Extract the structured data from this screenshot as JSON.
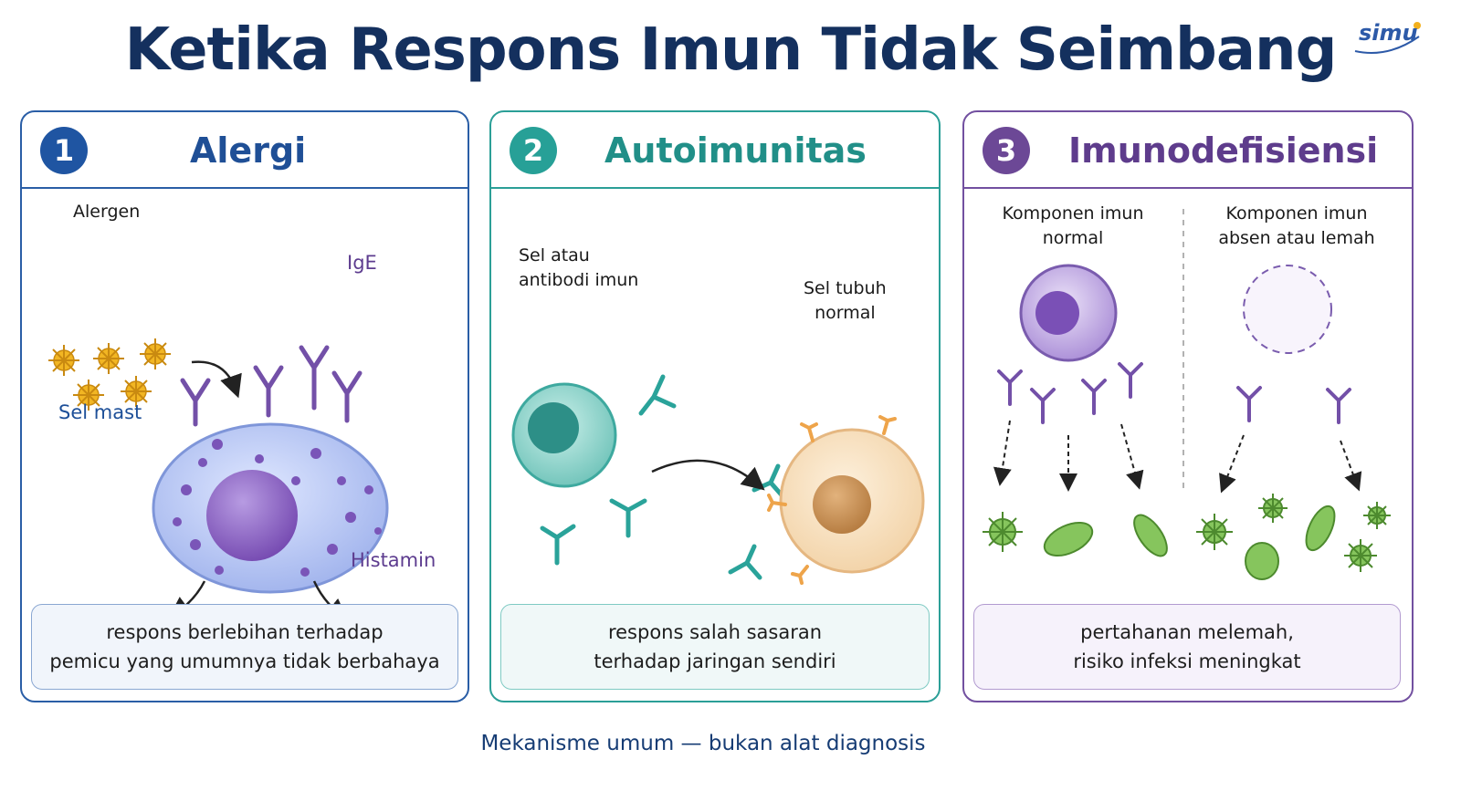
{
  "title": "Ketika Respons Imun Tidak Seimbang",
  "logo": "simu",
  "panels": [
    {
      "number": "1",
      "title": "Alergi",
      "labels": {
        "allergen": "Alergen",
        "ige": "IgE",
        "mast": "Sel mast",
        "histamine": "Histamin"
      },
      "caption": "respons berlebihan terhadap\npemicu yang umumnya tidak berbahaya"
    },
    {
      "number": "2",
      "title": "Autoimunitas",
      "labels": {
        "immune": "Sel atau\nantibodi imun",
        "body": "Sel tubuh\nnormal"
      },
      "caption": "respons salah sasaran\nterhadap jaringan sendiri"
    },
    {
      "number": "3",
      "title": "Imunodefisiensi",
      "labels": {
        "normal": "Komponen imun\nnormal",
        "absent": "Komponen imun\nabsen atau lemah"
      },
      "caption": "pertahanan melemah,\nrisiko infeksi meningkat"
    }
  ],
  "footer": "Mekanisme umum — bukan alat diagnosis",
  "colors": {
    "title": "#14305e",
    "allergi": "#1f55a2",
    "autoimmune": "#27a097",
    "immunodeficiency": "#6c4896",
    "bacteria": "#7cbf55"
  }
}
